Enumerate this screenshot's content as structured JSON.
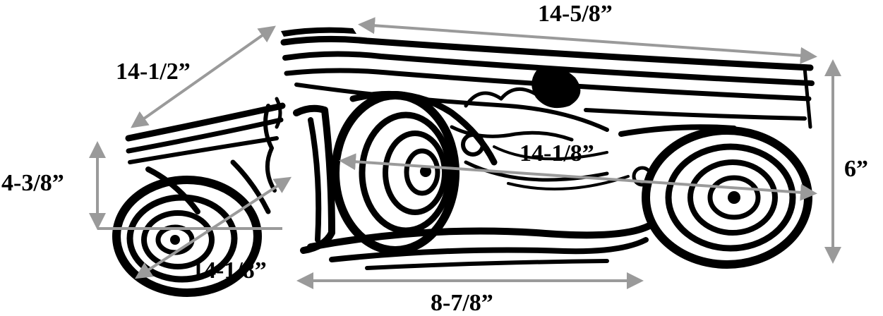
{
  "colors": {
    "dimension": "#9a9a9a",
    "ink": "#000000",
    "paper": "#ffffff"
  },
  "dimensions": {
    "top_depth": "14-1/2”",
    "top_width": "14-5/8”",
    "height": "6”",
    "volute_height": "4-3/8”",
    "scroll_span": "14-1/8”",
    "diagonal_span": "14-1/8”",
    "base_width": "8-7/8”"
  }
}
